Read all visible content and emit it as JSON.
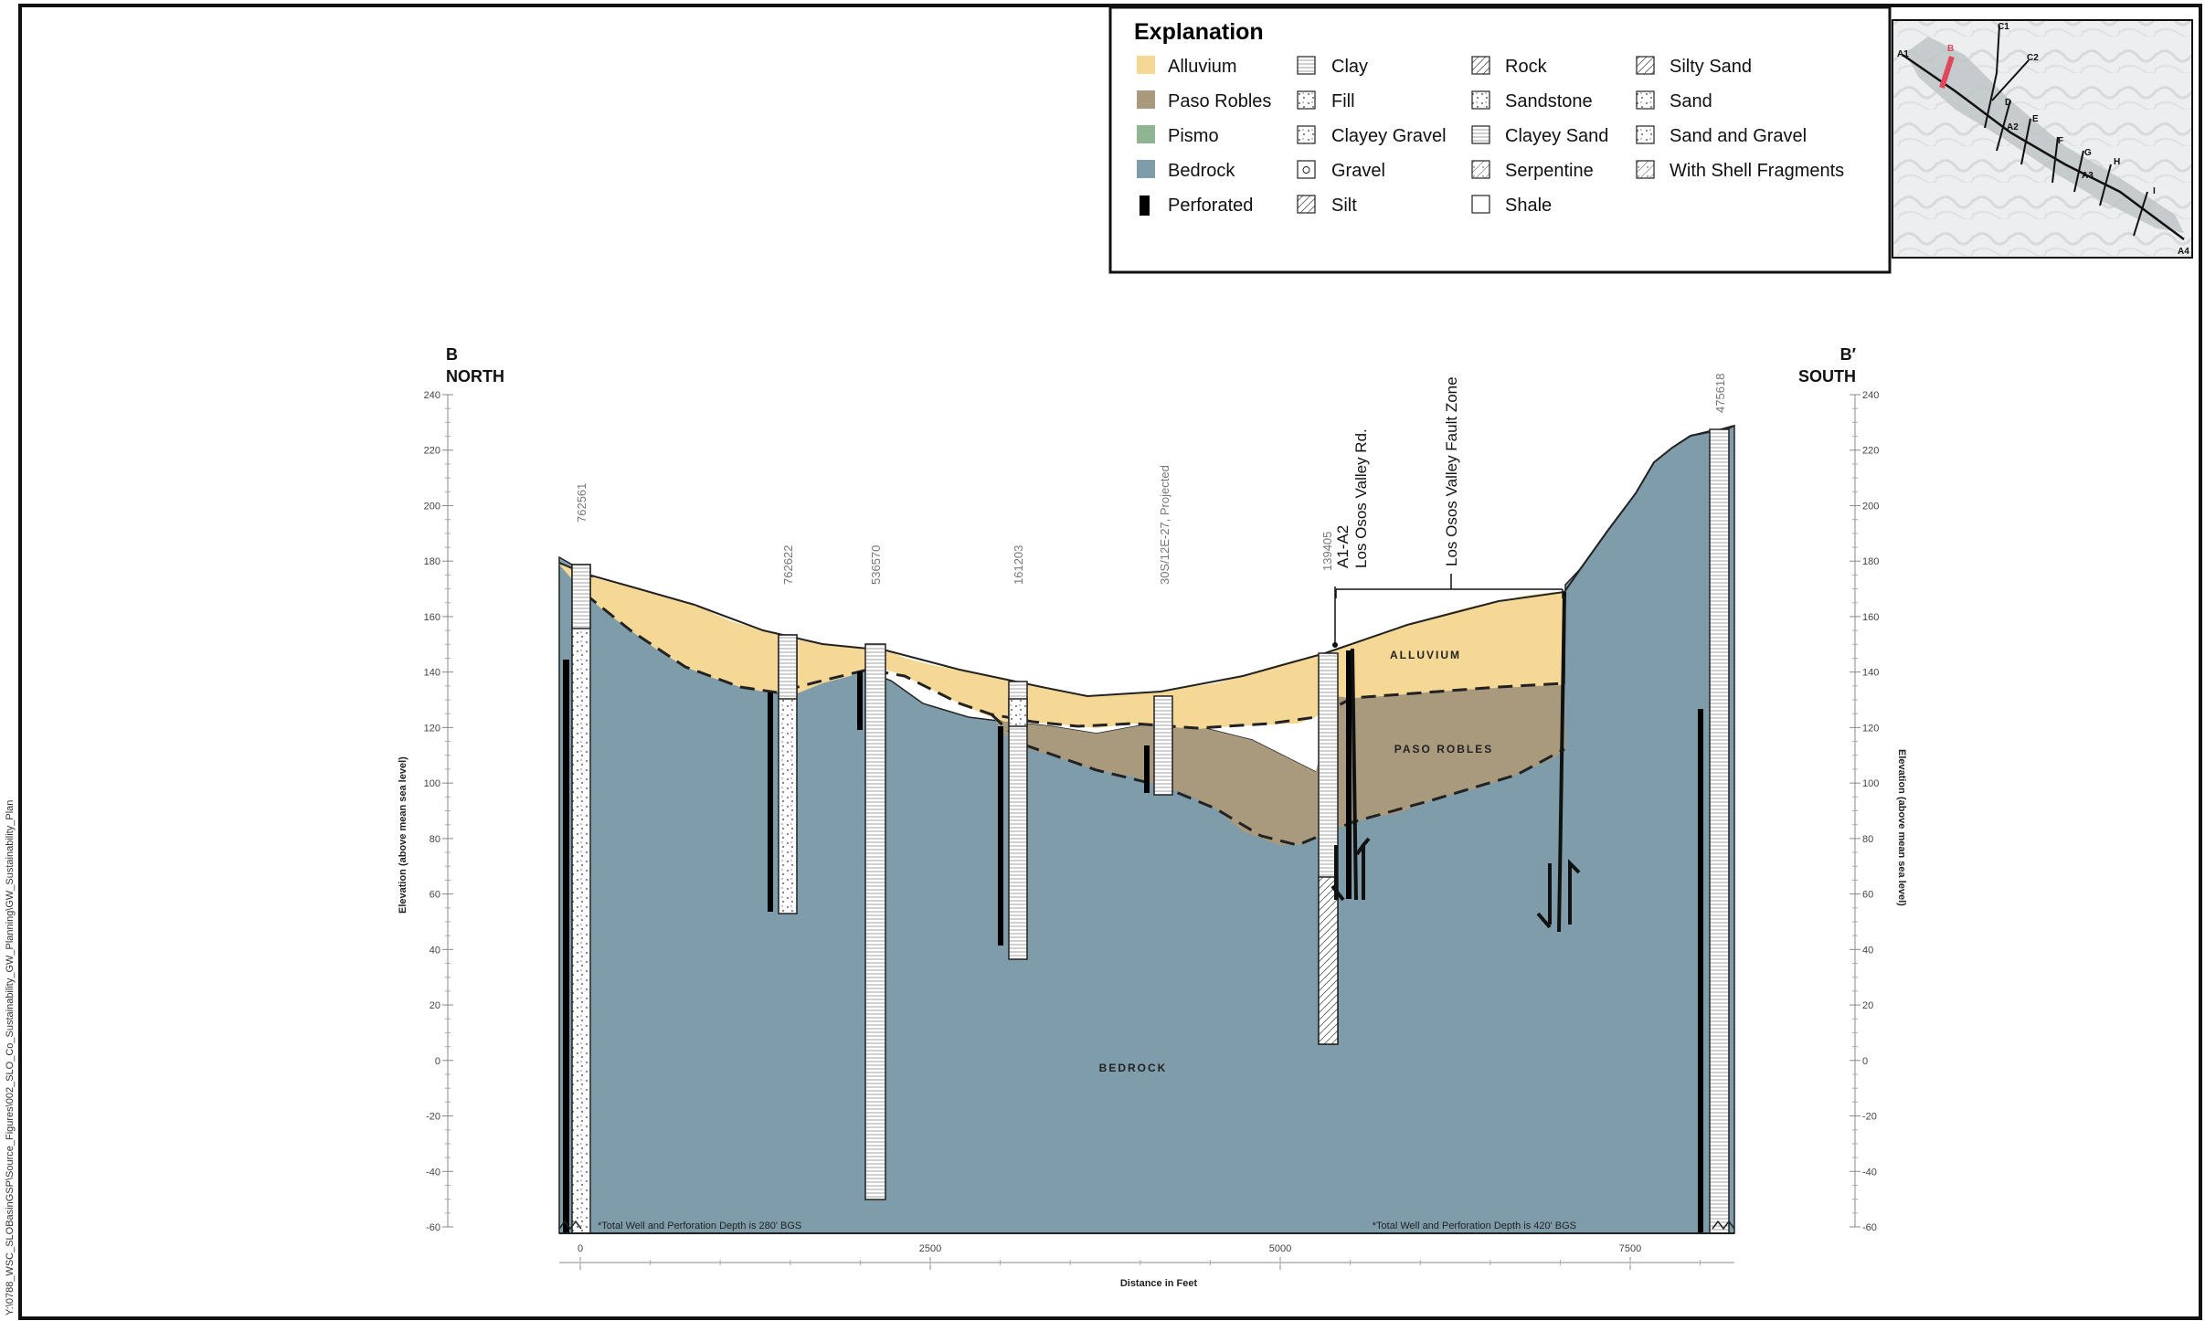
{
  "file_path": "Y:\\0788_WSC_SLOBasinGSP\\Source_Figures\\002_SLO_Co_Sustainability_GW_Planning\\GW_Sustainability_Plan",
  "legend": {
    "title": "Explanation",
    "units": [
      {
        "label": "Alluvium",
        "color": "#f6d896"
      },
      {
        "label": "Paso Robles",
        "color": "#a99a7e"
      },
      {
        "label": "Pismo",
        "color": "#8fb592"
      },
      {
        "label": "Bedrock",
        "color": "#7f9caa"
      },
      {
        "label": "Perforated",
        "color": "#000000"
      }
    ],
    "lithology_col1": [
      "Clay",
      "Fill",
      "Clayey Gravel",
      "Gravel",
      "Silt"
    ],
    "lithology_col2": [
      "Rock",
      "Sandstone",
      "Clayey Sand",
      "Serpentine",
      "Shale"
    ],
    "lithology_col3": [
      "Silty Sand",
      "Sand",
      "Sand and Gravel",
      "With Shell Fragments"
    ]
  },
  "key_map": {
    "labels": [
      "A1",
      "B",
      "C1",
      "C2",
      "D",
      "A2",
      "E",
      "F",
      "G",
      "A3",
      "H",
      "I",
      "A4"
    ],
    "highlight_color": "#e0475a"
  },
  "section": {
    "left_label": "B",
    "left_direction": "NORTH",
    "right_label": "B′",
    "right_direction": "SOUTH",
    "y_axis_title": "Elevation (above mean sea level)",
    "x_axis_title": "Distance in Feet",
    "y_ticks": [
      "240",
      "220",
      "200",
      "180",
      "160",
      "140",
      "120",
      "100",
      "80",
      "60",
      "40",
      "20",
      "0",
      "-20",
      "-40",
      "-60"
    ],
    "x_ticks": [
      "0",
      "2500",
      "5000",
      "7500"
    ],
    "wells": [
      "762561",
      "762622",
      "536570",
      "161203",
      "30S/12E-27, Projected",
      "139405",
      "475618"
    ],
    "crossing_label": "A1-A2",
    "road_label": "Los Osos Valley Rd.",
    "fault_label": "Los Osos Valley Fault Zone",
    "unit_labels": {
      "alluvium": "ALLUVIUM",
      "paso_robles": "PASO ROBLES",
      "bedrock": "BEDROCK"
    },
    "note_left": "*Total Well and Perforation Depth is 280' BGS",
    "note_right": "*Total Well and Perforation Depth is 420' BGS"
  }
}
